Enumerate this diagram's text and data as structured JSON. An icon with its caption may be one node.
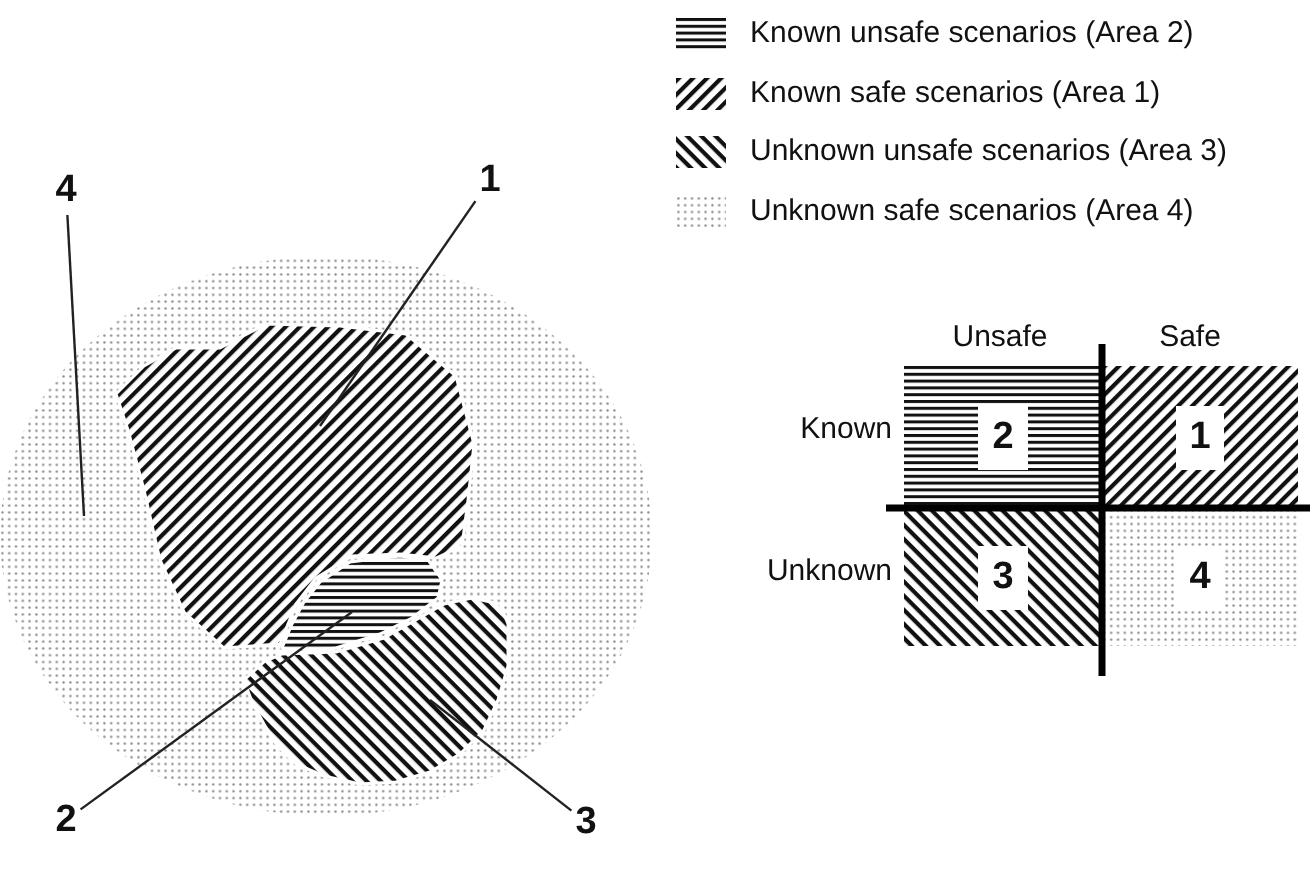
{
  "diagram": {
    "nodes": [
      {
        "text": [
          "4"
        ]
      },
      {
        "text": [
          "1"
        ]
      },
      {
        "text": [],
        "shape": "circle"
      },
      {
        "text": [],
        "shape": "blob",
        "in": 2
      },
      {
        "text": [],
        "shape": "blob",
        "in": 2
      },
      {
        "text": [],
        "shape": "blob",
        "in": 2
      },
      {
        "text": [
          "2"
        ]
      },
      {
        "text": [
          "3"
        ]
      },
      {
        "text": [
          "2"
        ]
      },
      {
        "text": [
          "1"
        ]
      },
      {
        "text": [
          "3"
        ]
      },
      {
        "text": [
          "4"
        ]
      }
    ],
    "edges": [
      {
        "from": 0,
        "to": 2,
        "arrow": "none"
      },
      {
        "from": 1,
        "to": 3,
        "arrow": "none"
      },
      {
        "from": 6,
        "to": 4,
        "arrow": "none"
      },
      {
        "from": 7,
        "to": 5,
        "arrow": "none"
      }
    ],
    "labels": [
      "Unsafe",
      "Safe",
      "Known",
      "Unknown"
    ],
    "legend": [
      {
        "text": "Known unsafe scenarios (Area 2)"
      },
      {
        "text": "Known safe scenarios (Area 1)"
      },
      {
        "text": "Unknown unsafe scenarios (Area 3)"
      },
      {
        "text": "Unknown safe scenarios (Area 4)"
      }
    ]
  }
}
